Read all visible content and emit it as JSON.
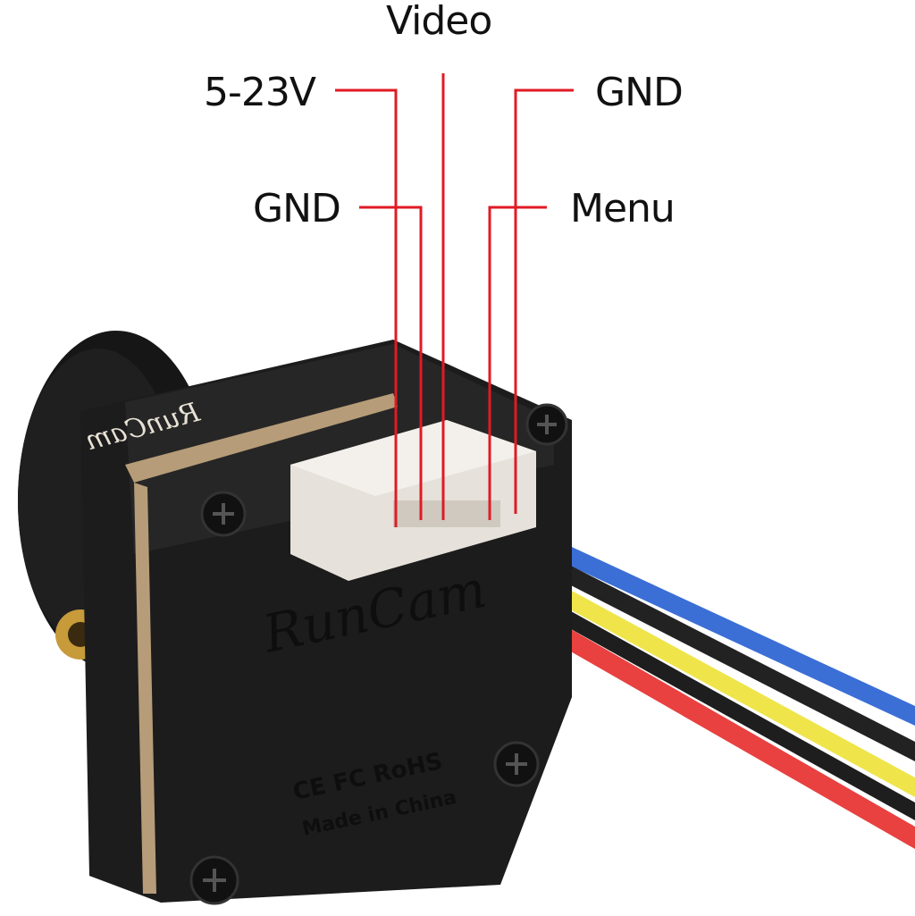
{
  "diagram": {
    "subject": "FPV camera pinout",
    "brand_mark": "RunCam",
    "case_markings": [
      "CE",
      "FC",
      "RoHS",
      "Made in China"
    ],
    "callout_line_color": "#e01b24",
    "pins": [
      {
        "label": "5-23V",
        "wire_color": "#e8413f"
      },
      {
        "label": "GND",
        "wire_color": "#2a2a2a"
      },
      {
        "label": "Video",
        "wire_color": "#f1e84a"
      },
      {
        "label": "Menu",
        "wire_color": "#2a2a2a"
      },
      {
        "label": "GND",
        "wire_color": "#3b6fd6"
      }
    ]
  },
  "labels": {
    "video": "Video",
    "v5_23": "5-23V",
    "gnd_top": "GND",
    "gnd_left": "GND",
    "menu": "Menu"
  },
  "case": {
    "logo_top": "RunCam",
    "logo_front": "RunCam",
    "cert": "CE FC RoHS",
    "origin": "Made in China"
  }
}
